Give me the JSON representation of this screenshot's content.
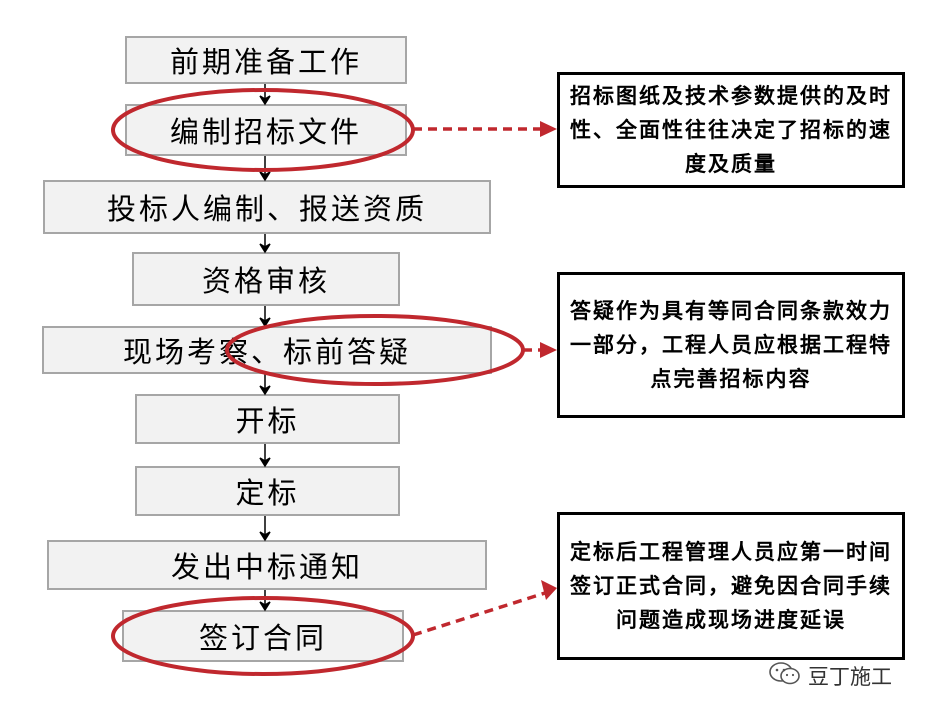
{
  "colors": {
    "accent": "#c0282e",
    "step_fill": "#f2f2f2",
    "step_border": "#a6a6a6"
  },
  "steps": [
    "前期准备工作",
    "编制招标文件",
    "投标人编制、报送资质",
    "资格审核",
    "现场考察、标前答疑",
    "开标",
    "定标",
    "发出中标通知",
    "签订合同"
  ],
  "notes": [
    "招标图纸及技术参数提供的及时性、全面性往往决定了招标的速度及质量",
    "答疑作为具有等同合同条款效力一部分，工程人员应根据工程特点完善招标内容",
    "定标后工程管理人员应第一时间签订正式合同，避免因合同手续问题造成现场进度延误"
  ],
  "watermark": {
    "icon": "wechat-icon",
    "text": "豆丁施工"
  }
}
